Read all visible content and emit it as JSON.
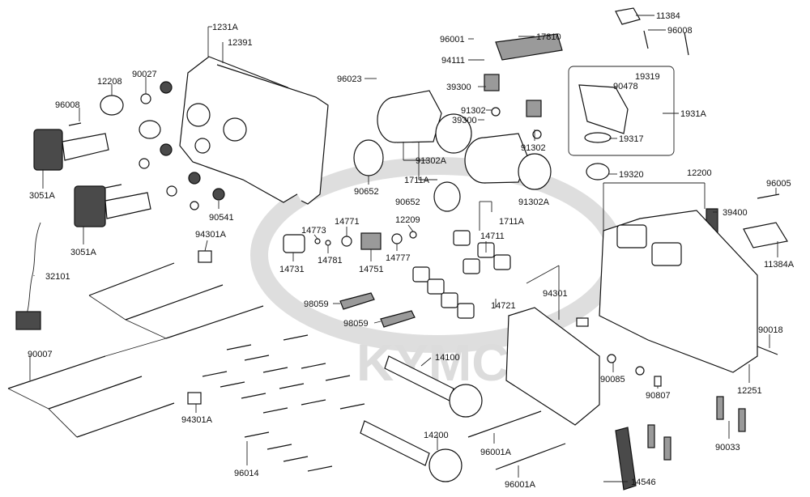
{
  "watermark": {
    "brand": "KYMCO",
    "color": "#d9d9d9"
  },
  "callouts": [
    "1231A",
    "12391",
    "17810",
    "11384",
    "96008",
    "96001",
    "94111",
    "90027",
    "12208",
    "96023",
    "39300",
    "19319",
    "90478",
    "1931A",
    "96008",
    "91302",
    "39300",
    "19317",
    "91302",
    "3051A",
    "90652",
    "91302A",
    "1711A",
    "19320",
    "90541",
    "3051A",
    "12200",
    "96005",
    "39400",
    "14773",
    "14771",
    "12209",
    "90652",
    "91302A",
    "1711A",
    "94301A",
    "14731",
    "14781",
    "14751",
    "14777",
    "14711",
    "11384A",
    "32101",
    "94301",
    "14721",
    "98059",
    "98059",
    "90018",
    "90007",
    "14100",
    "90085",
    "90807",
    "12251",
    "94301A",
    "14200",
    "96001A",
    "90033",
    "96014",
    "96001A",
    "14546"
  ]
}
